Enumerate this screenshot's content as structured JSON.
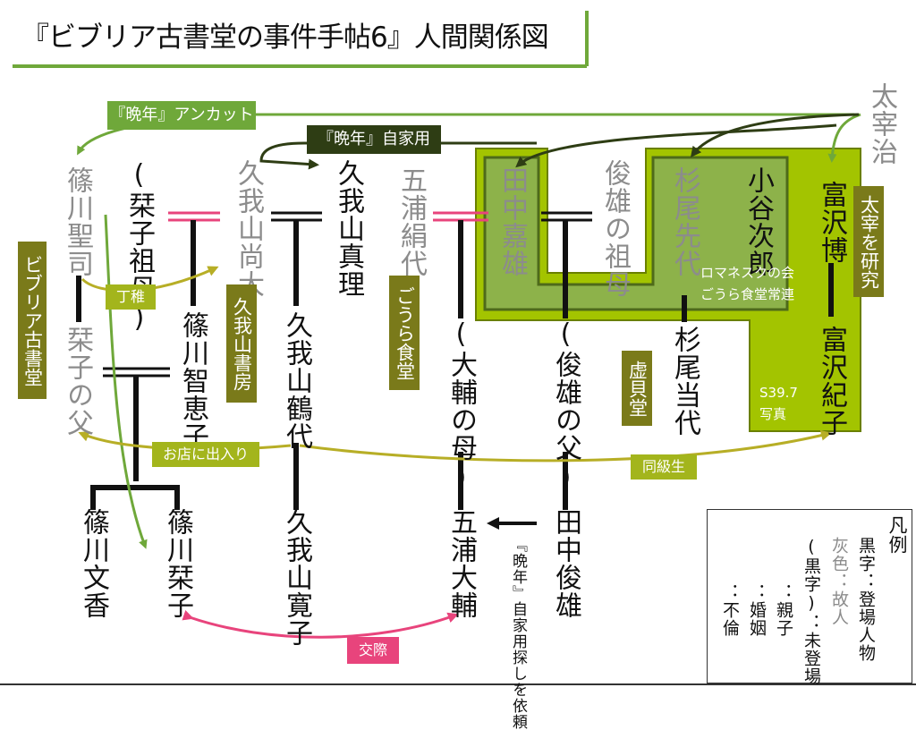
{
  "title": "『ビブリア古書堂の事件手帖6』人間関係図",
  "people": {
    "shinokawa_seiji": "篠川聖司",
    "kotoko_sobo": "(栞子祖母)",
    "kuga_naohiro": "久我山尚大",
    "kuga_mari": "久我山真理",
    "goura_kinuyo": "五浦絹代",
    "tanaka_yoshio": "田中嘉雄",
    "toshio_sofu": "俊雄の祖母",
    "sugio_sendai": "杉尾先代",
    "koya_jiro": "小谷次郎",
    "tomizawa_hiroshi": "富沢博",
    "dazai": "太宰治",
    "shiori_chichi": "栞子の父",
    "chieko": "篠川智恵子",
    "tsuruyo": "久我山鶴代",
    "daisuke_haha": "(大輔の母)",
    "toshio_chichi": "(俊雄の父)",
    "sugio_toudai": "杉尾当代",
    "tomizawa_noriko": "富沢紀子",
    "ayaka": "篠川文香",
    "shioriko": "篠川栞子",
    "hiroko": "久我山寛子",
    "daisuke": "五浦大輔",
    "toshio": "田中俊雄"
  },
  "labels": {
    "biblia": "ビブリア古書堂",
    "kugayama_shobo": "久我山書房",
    "goura_shokudo": "ごうら食堂",
    "kyobaido": "虚貝堂",
    "dazai_kenkyu": "太宰を研究",
    "bannen_uncut": "『晩年』アンカット",
    "bannen_jika": "『晩年』自家用",
    "detchi": "丁稚",
    "omise": "お店に出入り",
    "dokyusei": "同級生",
    "kosai": "交際",
    "romanesque": "ロマネスクの会",
    "goura_joren": "ごうら食堂常連",
    "photo_date": "S39.7",
    "photo": "写真",
    "bannen_request": "『晩年』自家用探しを依頼"
  },
  "legend": {
    "title": "凡例",
    "black": "黒字：登場人物",
    "gray": "灰色：故人",
    "paren": "(黒字)：未登場",
    "parent_child": "：親子",
    "marriage": "：婚姻",
    "affair": "：不倫"
  },
  "colors": {
    "olive": "#7a7a1a",
    "lime": "#a3b51c",
    "green_arrow": "#6fa83a",
    "dark": "#2e3d14",
    "pink": "#e8447c",
    "gray_text": "#8c8c8c"
  }
}
